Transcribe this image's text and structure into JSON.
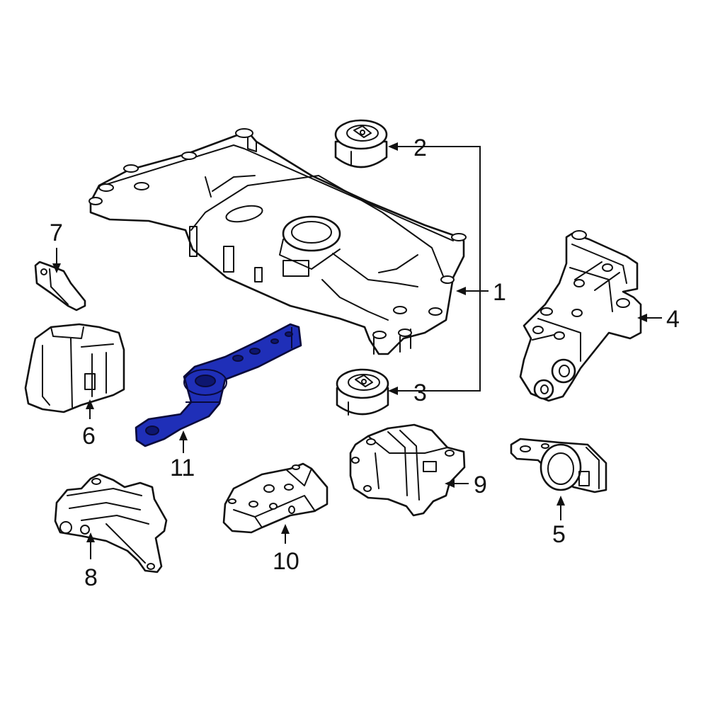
{
  "diagram": {
    "colors": {
      "line": "#111111",
      "highlight": "#1f2fb8",
      "background": "#ffffff"
    },
    "highlighted_part": "11",
    "callouts": [
      {
        "id": "1",
        "label": "1"
      },
      {
        "id": "2",
        "label": "2"
      },
      {
        "id": "3",
        "label": "3"
      },
      {
        "id": "4",
        "label": "4"
      },
      {
        "id": "5",
        "label": "5"
      },
      {
        "id": "6",
        "label": "6"
      },
      {
        "id": "7",
        "label": "7"
      },
      {
        "id": "8",
        "label": "8"
      },
      {
        "id": "9",
        "label": "9"
      },
      {
        "id": "10",
        "label": "10"
      },
      {
        "id": "11",
        "label": "11"
      }
    ]
  }
}
